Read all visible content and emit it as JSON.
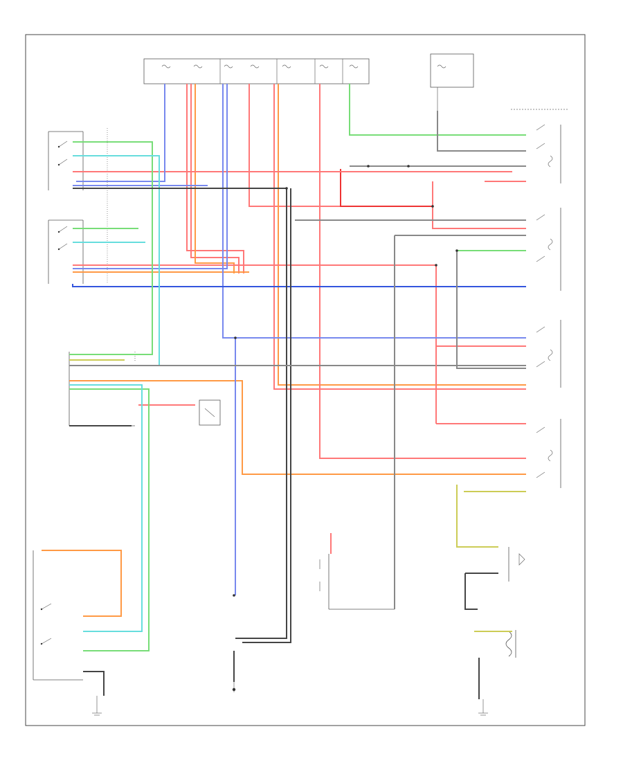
{
  "diagram": {
    "footer_code": "",
    "components": [
      {
        "id": "fuse-panel",
        "label": ""
      },
      {
        "id": "blower-switch-upper",
        "label": ""
      },
      {
        "id": "blower-switch-lower",
        "label": ""
      },
      {
        "id": "powertrain-control-module",
        "label": ""
      },
      {
        "id": "pressure-cycling-switch",
        "label": ""
      },
      {
        "id": "compressor-clutch-relay",
        "label": ""
      },
      {
        "id": "fan-control-relay-1",
        "label": ""
      },
      {
        "id": "fan-control-relay-2",
        "label": ""
      },
      {
        "id": "fan-control-relay-3",
        "label": ""
      },
      {
        "id": "fan-control-relay-4",
        "label": ""
      },
      {
        "id": "engine-coolant-temp-sensor",
        "label": ""
      },
      {
        "id": "ac-clutch-diode",
        "label": ""
      },
      {
        "id": "ac-clutch-coil",
        "label": ""
      },
      {
        "id": "g-ground-1",
        "label": ""
      },
      {
        "id": "g-ground-2",
        "label": ""
      },
      {
        "id": "g-ground-3",
        "label": ""
      }
    ],
    "wire_colors": {
      "red": "#ff7777",
      "red_dark": "#ee3333",
      "orange": "#ff9944",
      "blue": "#7788ee",
      "blue_dark": "#3355dd",
      "green": "#77dd77",
      "cyan": "#66dddd",
      "yellow": "#cccc55",
      "black": "#444444",
      "gray": "#888888"
    }
  }
}
